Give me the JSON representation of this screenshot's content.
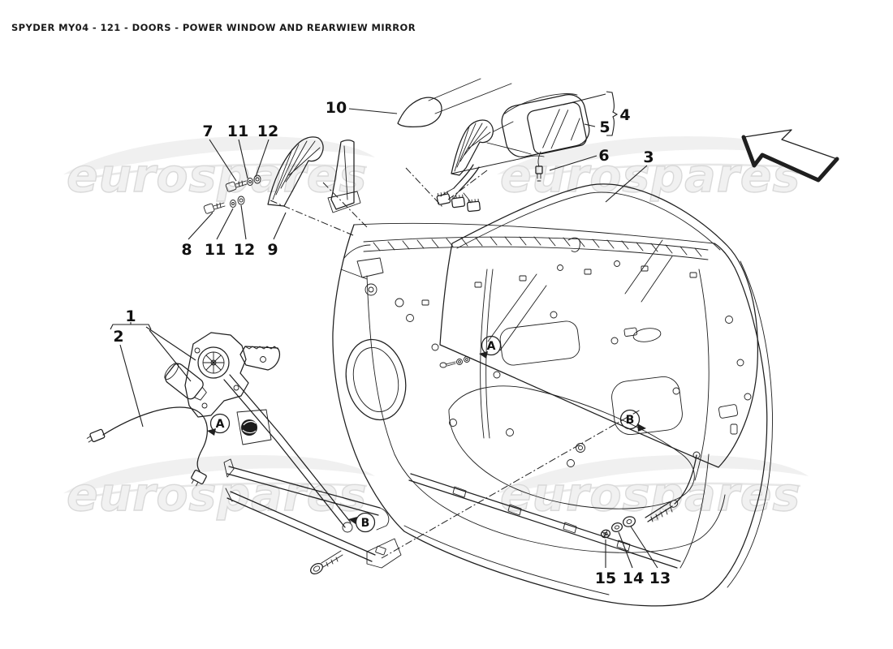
{
  "header": {
    "title": "SPYDER MY04 - 121 - DOORS - POWER WINDOW AND REARWIEW MIRROR"
  },
  "watermark": {
    "text": "eurospares"
  },
  "callouts": {
    "c1": "1",
    "c2": "2",
    "c3": "3",
    "c4": "4",
    "c5": "5",
    "c6": "6",
    "c7": "7",
    "c8": "8",
    "c9": "9",
    "c10": "10",
    "c11": "11",
    "c12": "12",
    "c13": "13",
    "c14": "14",
    "c15": "15"
  },
  "markers": {
    "a": "A",
    "b": "B"
  },
  "colors": {
    "ink": "#1f1f1f",
    "watermark_fill": "#f1f1f1",
    "watermark_outline": "#d9d9d9",
    "background": "#ffffff"
  }
}
